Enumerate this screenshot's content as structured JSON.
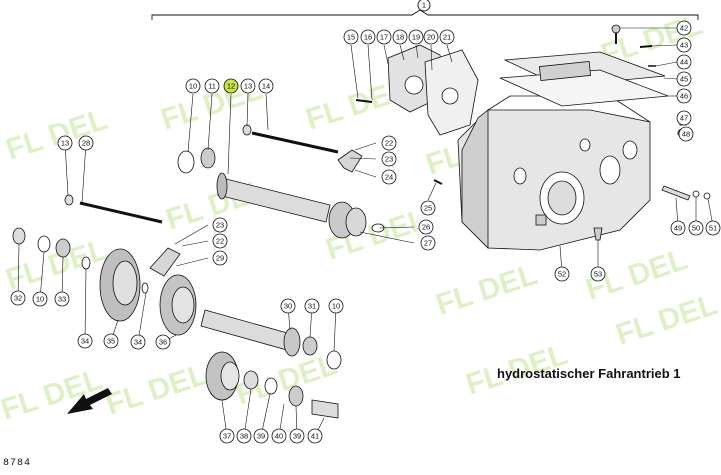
{
  "diagram": {
    "caption": "hydrostatischer Fahrantrieb 1",
    "figure_code": "8784",
    "header_callout": "1",
    "watermark_text": "FL DEL",
    "colors": {
      "highlight_callout": "#c8e640",
      "watermark": "#d4edb4",
      "line": "#111111"
    },
    "callouts": [
      "10",
      "11",
      "12",
      "13",
      "14",
      "15",
      "16",
      "17",
      "18",
      "19",
      "20",
      "21",
      "22",
      "23",
      "24",
      "25",
      "26",
      "27",
      "28",
      "29",
      "30",
      "31",
      "32",
      "33",
      "34",
      "35",
      "36",
      "37",
      "38",
      "39",
      "40",
      "41",
      "42",
      "43",
      "44",
      "45",
      "46",
      "47",
      "48",
      "49",
      "50",
      "51",
      "52",
      "53"
    ],
    "highlighted_callout": "12",
    "direction_arrow": "arrow-down-left-icon"
  }
}
